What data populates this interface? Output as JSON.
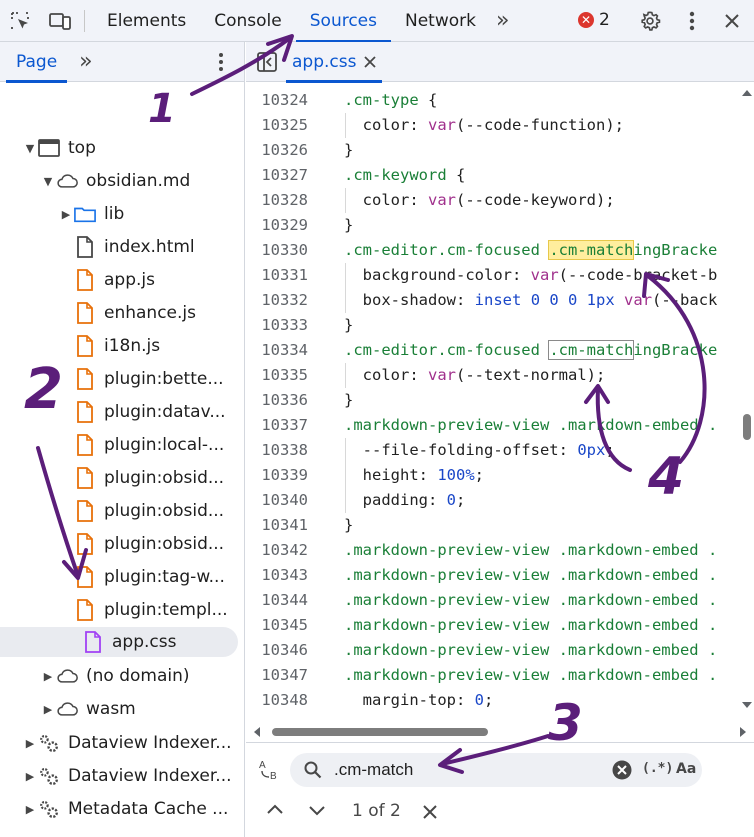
{
  "toolbar": {
    "tabs": [
      {
        "label": "Elements"
      },
      {
        "label": "Console"
      },
      {
        "label": "Sources"
      },
      {
        "label": "Network"
      }
    ],
    "more_tabs": "»",
    "error_count": "2",
    "active_tab": "Sources"
  },
  "navigator": {
    "tab_label": "Page",
    "more": "»",
    "tree": [
      {
        "label": "top"
      },
      {
        "label": "obsidian.md"
      },
      {
        "label": "lib"
      },
      {
        "label": "index.html"
      },
      {
        "label": "app.js"
      },
      {
        "label": "enhance.js"
      },
      {
        "label": "i18n.js"
      },
      {
        "label": "plugin:bette..."
      },
      {
        "label": "plugin:datav..."
      },
      {
        "label": "plugin:local-..."
      },
      {
        "label": "plugin:obsid..."
      },
      {
        "label": "plugin:obsid..."
      },
      {
        "label": "plugin:obsid..."
      },
      {
        "label": "plugin:tag-w..."
      },
      {
        "label": "plugin:templ..."
      },
      {
        "label": "app.css"
      },
      {
        "label": "(no domain)"
      },
      {
        "label": "wasm"
      },
      {
        "label": "Dataview Indexer..."
      },
      {
        "label": "Dataview Indexer..."
      },
      {
        "label": "Metadata Cache ..."
      }
    ]
  },
  "editor": {
    "file_tab": "app.css",
    "lines": [
      {
        "n": "10324"
      },
      {
        "n": "10325"
      },
      {
        "n": "10326"
      },
      {
        "n": "10327"
      },
      {
        "n": "10328"
      },
      {
        "n": "10329"
      },
      {
        "n": "10330"
      },
      {
        "n": "10331"
      },
      {
        "n": "10332"
      },
      {
        "n": "10333"
      },
      {
        "n": "10334"
      },
      {
        "n": "10335"
      },
      {
        "n": "10336"
      },
      {
        "n": "10337"
      },
      {
        "n": "10338"
      },
      {
        "n": "10339"
      },
      {
        "n": "10340"
      },
      {
        "n": "10341"
      },
      {
        "n": "10342"
      },
      {
        "n": "10343"
      },
      {
        "n": "10344"
      },
      {
        "n": "10345"
      },
      {
        "n": "10346"
      },
      {
        "n": "10347"
      },
      {
        "n": "10348"
      }
    ],
    "code": {
      "l0_sel": ".cm-type",
      "l0_p": " {",
      "l1_prop": "color",
      "l1_fn": "var",
      "l1_arg": "(--code-function);",
      "l2": "}",
      "l3_sel": ".cm-keyword",
      "l3_p": " {",
      "l4_prop": "color",
      "l4_fn": "var",
      "l4_arg": "(--code-keyword);",
      "l5": "}",
      "l6_a": ".cm-editor.cm-focused ",
      "l6_hl": ".cm-match",
      "l6_b": "ingBracke",
      "l7_prop": "background-color",
      "l7_fn": "var",
      "l7_arg": "(--code-bracket-b",
      "l8_prop": "box-shadow",
      "l8_kw": "inset",
      "l8_nums": "0 0 0 1px",
      "l8_fn": "var",
      "l8_arg": "(--back",
      "l9": "}",
      "l10_a": ".cm-editor.cm-focused ",
      "l10_hl": ".cm-match",
      "l10_b": "ingBracke",
      "l11_prop": "color",
      "l11_fn": "var",
      "l11_arg": "(--text-normal);",
      "l12": "}",
      "l13_a": ".markdown-preview-view ",
      "l13_b": ".markdown-embed .",
      "l14_prop": "--file-folding-offset",
      "l14_num": "0px",
      "l15_prop": "height",
      "l15_num": "100%",
      "l16_prop": "padding",
      "l16_num": "0",
      "l17": "}",
      "l18_a": ".markdown-preview-view ",
      "l18_b": ".markdown-embed .",
      "l19_a": ".markdown-preview-view ",
      "l19_b": ".markdown-embed .",
      "l20_a": ".markdown-preview-view ",
      "l20_b": ".markdown-embed .",
      "l21_a": ".markdown-preview-view ",
      "l21_b": ".markdown-embed .",
      "l22_a": ".markdown-preview-view ",
      "l22_b": ".markdown-embed .",
      "l23_a": ".markdown-preview-view ",
      "l23_b": ".markdown-embed .",
      "l24_prop": "margin-top",
      "l24_num": "0"
    }
  },
  "search": {
    "value": ".cm-match",
    "regex_label": "(.*)",
    "case_label": "Aa",
    "match_count": "1 of 2"
  },
  "annotations": {
    "n1": "1",
    "n2": "2",
    "n3": "3",
    "n4": "4"
  },
  "colors": {
    "accent": "#0b57d0",
    "error": "#dc362e",
    "highlight": "#ffee9e",
    "annotation_ink": "#5b1e7a"
  }
}
